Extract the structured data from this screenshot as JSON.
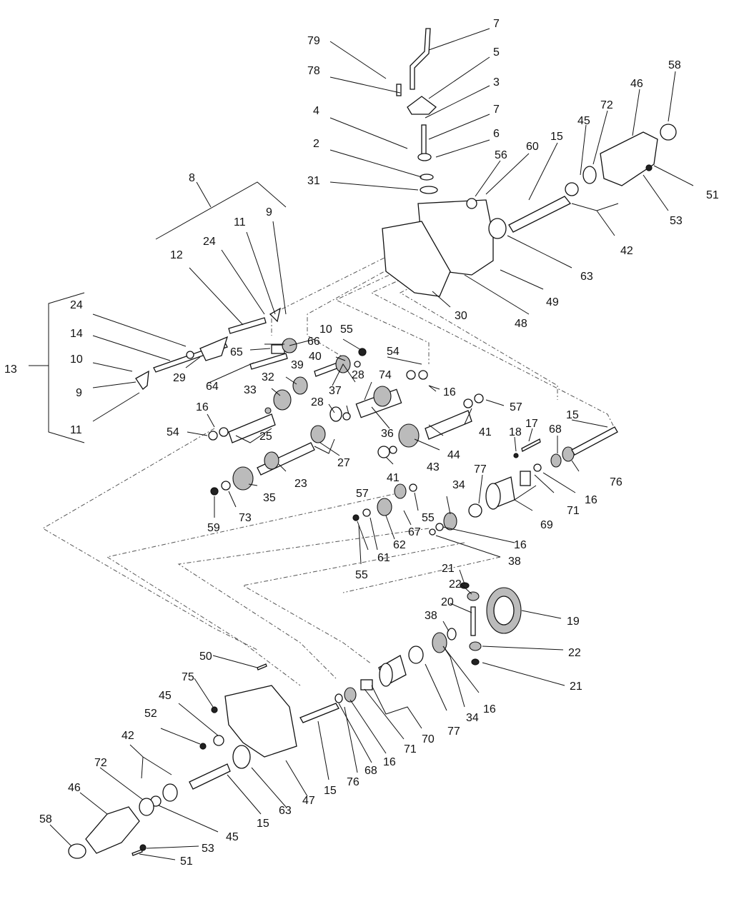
{
  "callouts": [
    {
      "label": "7"
    },
    {
      "label": "79"
    },
    {
      "label": "5"
    },
    {
      "label": "78"
    },
    {
      "label": "3"
    },
    {
      "label": "4"
    },
    {
      "label": "7"
    },
    {
      "label": "6"
    },
    {
      "label": "2"
    },
    {
      "label": "31"
    },
    {
      "label": "58"
    },
    {
      "label": "46"
    },
    {
      "label": "72"
    },
    {
      "label": "45"
    },
    {
      "label": "15"
    },
    {
      "label": "60"
    },
    {
      "label": "56"
    },
    {
      "label": "51"
    },
    {
      "label": "53"
    },
    {
      "label": "42"
    },
    {
      "label": "63"
    },
    {
      "label": "49"
    },
    {
      "label": "48"
    },
    {
      "label": "30"
    },
    {
      "label": "8"
    },
    {
      "label": "11"
    },
    {
      "label": "9"
    },
    {
      "label": "24"
    },
    {
      "label": "12"
    },
    {
      "label": "24"
    },
    {
      "label": "14"
    },
    {
      "label": "10"
    },
    {
      "label": "13"
    },
    {
      "label": "9"
    },
    {
      "label": "11"
    },
    {
      "label": "10"
    },
    {
      "label": "65"
    },
    {
      "label": "66"
    },
    {
      "label": "55"
    },
    {
      "label": "29"
    },
    {
      "label": "64"
    },
    {
      "label": "40"
    },
    {
      "label": "39"
    },
    {
      "label": "54"
    },
    {
      "label": "28"
    },
    {
      "label": "74"
    },
    {
      "label": "32"
    },
    {
      "label": "33"
    },
    {
      "label": "37"
    },
    {
      "label": "16"
    },
    {
      "label": "28"
    },
    {
      "label": "57"
    },
    {
      "label": "16"
    },
    {
      "label": "54"
    },
    {
      "label": "25"
    },
    {
      "label": "36"
    },
    {
      "label": "41"
    },
    {
      "label": "27"
    },
    {
      "label": "44"
    },
    {
      "label": "18"
    },
    {
      "label": "17"
    },
    {
      "label": "15"
    },
    {
      "label": "43"
    },
    {
      "label": "68"
    },
    {
      "label": "23"
    },
    {
      "label": "41"
    },
    {
      "label": "76"
    },
    {
      "label": "35"
    },
    {
      "label": "57"
    },
    {
      "label": "77"
    },
    {
      "label": "16"
    },
    {
      "label": "34"
    },
    {
      "label": "71"
    },
    {
      "label": "59"
    },
    {
      "label": "73"
    },
    {
      "label": "55"
    },
    {
      "label": "69"
    },
    {
      "label": "67"
    },
    {
      "label": "62"
    },
    {
      "label": "16"
    },
    {
      "label": "61"
    },
    {
      "label": "38"
    },
    {
      "label": "55"
    },
    {
      "label": "21"
    },
    {
      "label": "22"
    },
    {
      "label": "20"
    },
    {
      "label": "19"
    },
    {
      "label": "38"
    },
    {
      "label": "22"
    },
    {
      "label": "21"
    },
    {
      "label": "50"
    },
    {
      "label": "34"
    },
    {
      "label": "16"
    },
    {
      "label": "75"
    },
    {
      "label": "77"
    },
    {
      "label": "70"
    },
    {
      "label": "45"
    },
    {
      "label": "71"
    },
    {
      "label": "52"
    },
    {
      "label": "16"
    },
    {
      "label": "68"
    },
    {
      "label": "42"
    },
    {
      "label": "76"
    },
    {
      "label": "72"
    },
    {
      "label": "15"
    },
    {
      "label": "47"
    },
    {
      "label": "63"
    },
    {
      "label": "46"
    },
    {
      "label": "15"
    },
    {
      "label": "45"
    },
    {
      "label": "58"
    },
    {
      "label": "53"
    },
    {
      "label": "51"
    }
  ]
}
